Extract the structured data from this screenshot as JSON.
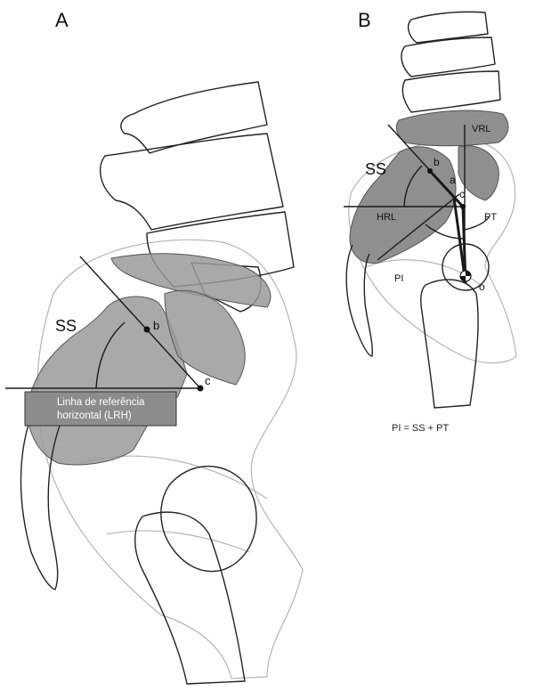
{
  "panel_a": {
    "letter": "A",
    "ss_label": "SS",
    "point_b": "b",
    "point_c": "c",
    "lrh_line1": "Linha de referência",
    "lrh_line2": "horizontal (LRH)"
  },
  "panel_b": {
    "letter": "B",
    "ss_label": "SS",
    "vrl_label": "VRL",
    "hrl_label": "HRL",
    "pt_label": "PT",
    "pi_label": "PI",
    "point_b": "b",
    "point_a": "a",
    "point_c": "c",
    "point_o": "o",
    "formula": "PI = SS + PT"
  }
}
